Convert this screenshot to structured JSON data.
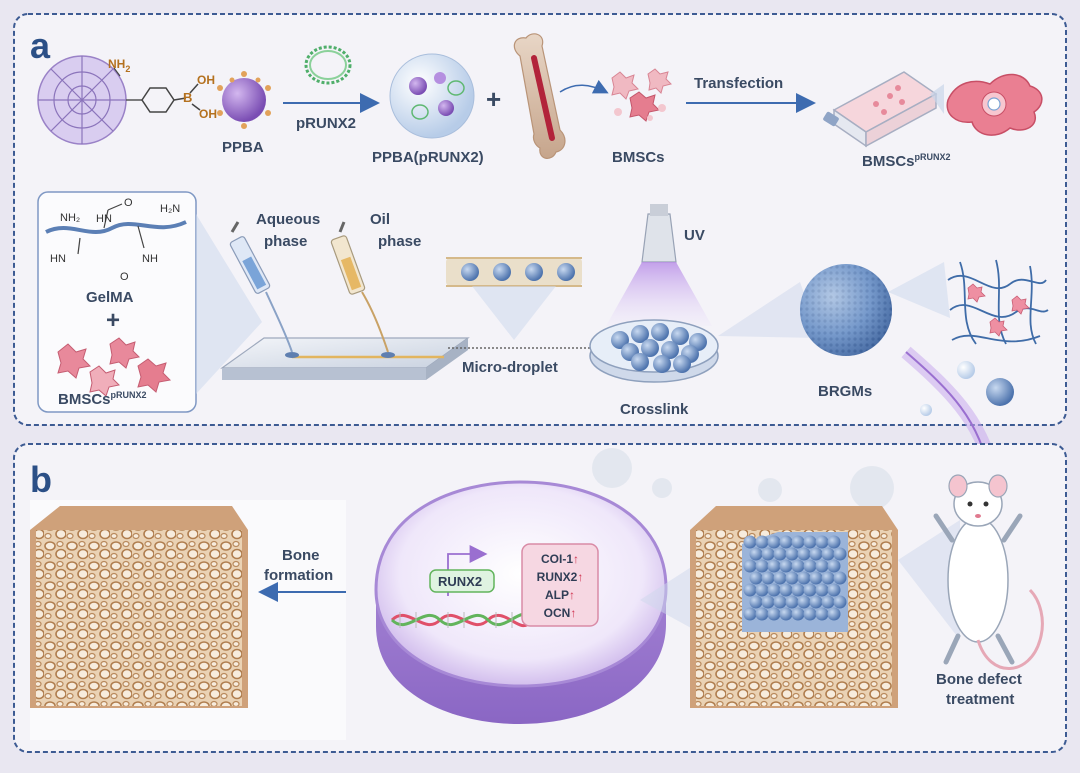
{
  "panels": {
    "a": "a",
    "b": "b"
  },
  "panel_a": {
    "ppba": "PPBA",
    "nh2": "NH",
    "nh2_sub": "2",
    "boron": "B",
    "oh1": "OH",
    "oh2": "OH",
    "plasmid": "pRUNX2",
    "complex": "PPBA(pRUNX2)",
    "plus": "+",
    "bmscs": "BMSCs",
    "transfection": "Transfection",
    "bmscs_prunx2": "BMSCs",
    "bmscs_prunx2_sup": "pRUNX2",
    "gelma": "GelMA",
    "gelma_plus": "+",
    "gelma_bmscs": "BMSCs",
    "gelma_bmscs_sup": "pRUNX2",
    "aqueous": [
      "Aqueous",
      "phase"
    ],
    "oil": [
      "Oil",
      "phase"
    ],
    "microdroplet": "Micro-droplet",
    "uv": "UV",
    "crosslink": "Crosslink",
    "brgms": "BRGMs",
    "chem": {
      "nh2": "NH₂",
      "hn": "HN",
      "h2n": "H₂N",
      "o1": "O",
      "o2": "O",
      "hn2": "HN",
      "nh": "NH"
    }
  },
  "panel_b": {
    "bone_formation": [
      "Bone",
      "formation"
    ],
    "runx2": "RUNX2",
    "genes": [
      "COI-1",
      "RUNX2",
      "ALP",
      "OCN"
    ],
    "up_arrow": "↑",
    "bone_defect": [
      "Bone defect",
      "treatment"
    ]
  },
  "colors": {
    "panel_border": "#3d5b93",
    "panel_bg": "#f4f3f8",
    "letter": "#2b4f86",
    "text": "#3a4a63",
    "arrow": "#3d6bb0",
    "ppba": "#8b5fc0",
    "bone": "#c99b6f",
    "microgel": "#5f86bd",
    "gene_box": "#f6d7e2",
    "dna_red": "#e0506a",
    "dna_green": "#62b45c"
  }
}
